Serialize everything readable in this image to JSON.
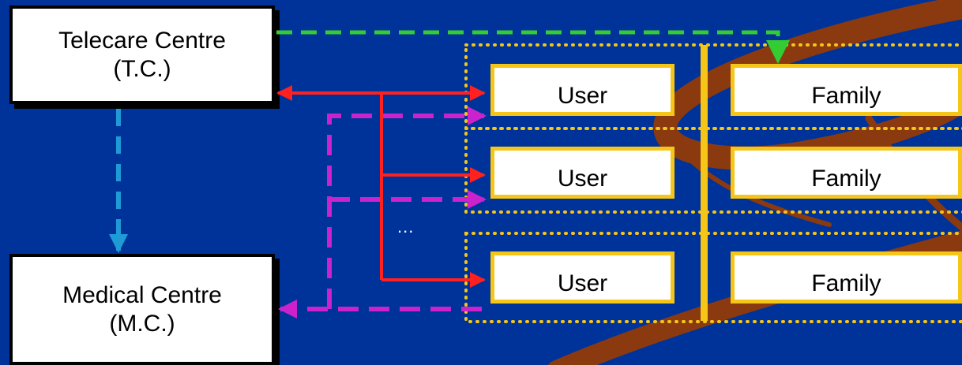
{
  "colors": {
    "background": "#003399",
    "swirl": "#8b3a10",
    "group_border": "#f5c518",
    "divider": "#f5c518",
    "data_link": "#ff2020",
    "telecare_family_link": "#33cc33",
    "telecare_medical_link": "#1e9ad6",
    "medical_link": "#cc22cc"
  },
  "nodes": {
    "telecare_centre": {
      "label": "Telecare Centre (T.C.)"
    },
    "medical_centre": {
      "label": "Medical Centre (M.C.)"
    }
  },
  "groups": [
    {
      "user": "User",
      "family": "Family"
    },
    {
      "user": "User",
      "family": "Family"
    },
    {
      "user": "User",
      "family": "Family"
    }
  ],
  "ellipsis": "..."
}
